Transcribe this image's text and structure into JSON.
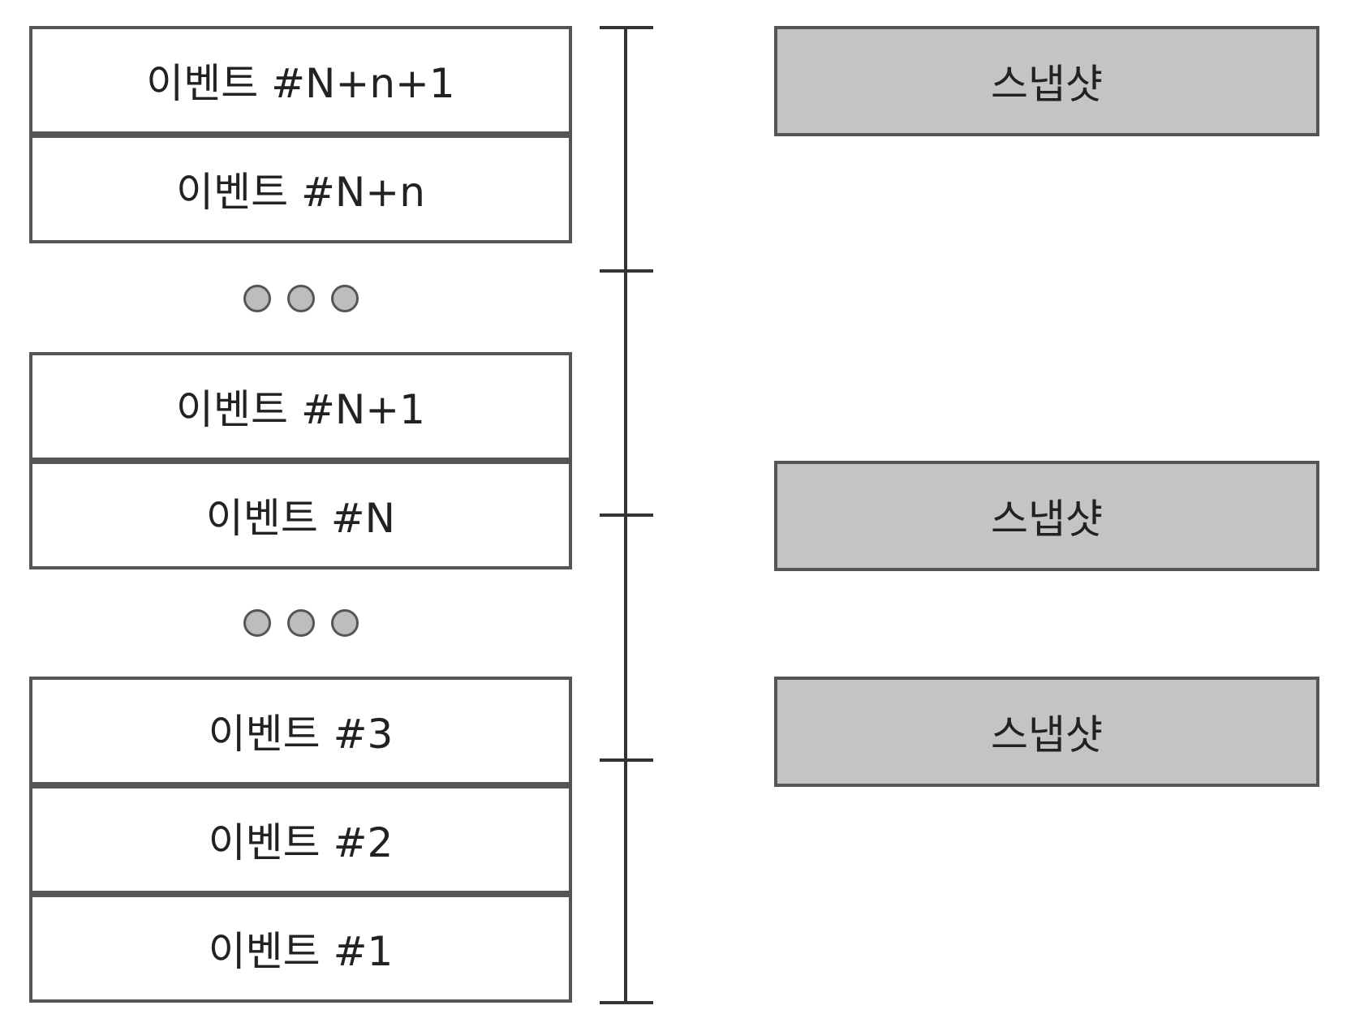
{
  "events": [
    {
      "label": "이벤트 #N+n+1"
    },
    {
      "label": "이벤트 #N+n"
    },
    {
      "label": "이벤트 #N+1"
    },
    {
      "label": "이벤트 #N"
    },
    {
      "label": "이벤트 #3"
    },
    {
      "label": "이벤트 #2"
    },
    {
      "label": "이벤트 #1"
    }
  ],
  "snapshots": [
    {
      "label": "스냅샷"
    },
    {
      "label": "스냅샷"
    },
    {
      "label": "스냅샷"
    }
  ],
  "colors": {
    "snapshot_fill": "#c4c4c4",
    "dot_fill": "#bdbdbd",
    "border": "#555555",
    "axis": "#333333"
  }
}
